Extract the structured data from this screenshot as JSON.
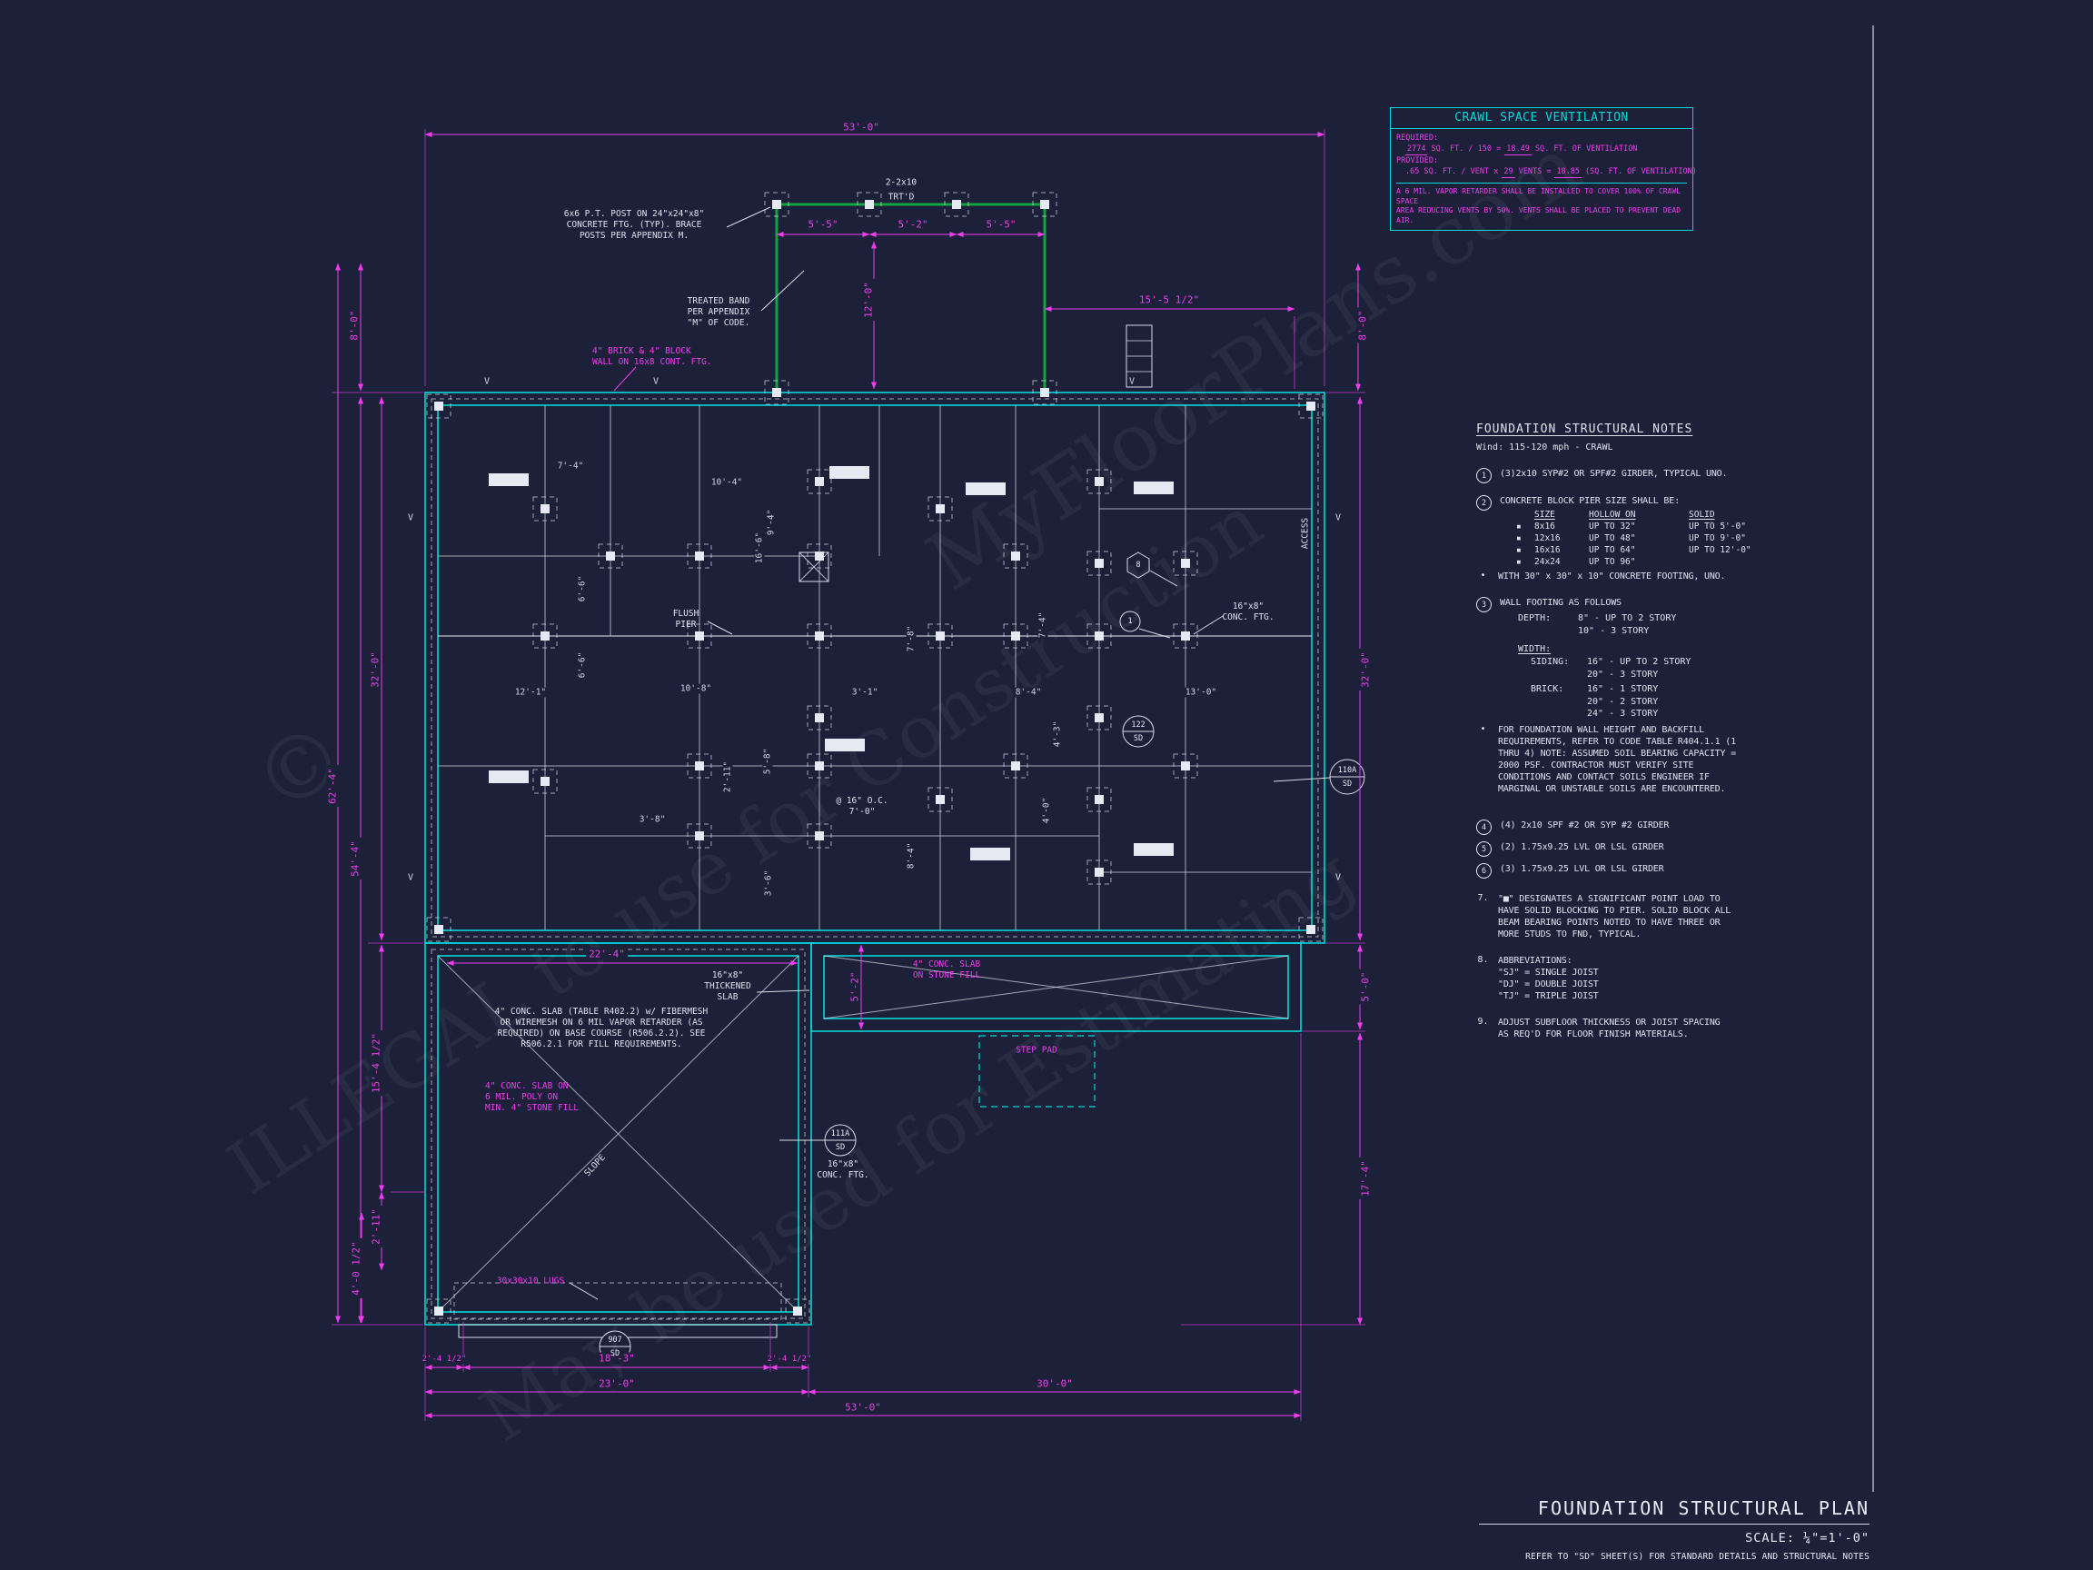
{
  "sheet": {
    "background": "#1c2038",
    "accent_cyan": "#00d9d9",
    "accent_magenta": "#ee3cee",
    "accent_green": "#12a43c",
    "line_white": "#d8dce8"
  },
  "watermark": {
    "line1": "MyFloorPlans.com",
    "line2": "ILLEGAL to use for Construction",
    "line3": "May be used for Estimating",
    "copyright": "©"
  },
  "vent_table": {
    "title": "CRAWL SPACE VENTILATION",
    "required_label": "REQUIRED:",
    "required_value": "2774",
    "required_formula": "SQ. FT. / 150 =",
    "required_result": "18.49",
    "required_unit": "SQ. FT. OF VENTILATION",
    "provided_label": "PROVIDED:",
    "provided_formula": ".65 SQ. FT. / VENT x",
    "provided_vents": "29",
    "provided_vents_label": "VENTS =",
    "provided_result": "18.85",
    "provided_unit": "(SQ. FT. OF VENTILATION)",
    "note": "A 6 MIL. VAPOR RETARDER SHALL BE INSTALLED TO COVER 100% OF CRAWL SPACE\nAREA REDUCING VENTS BY 50%. VENTS SHALL BE PLACED TO PREVENT DEAD AIR."
  },
  "notes": {
    "title": "FOUNDATION STRUCTURAL NOTES",
    "wind": "Wind: 115-120 mph - CRAWL",
    "bullet": "•",
    "row_marker": "▪",
    "n1_num": "1",
    "n1": "(3)2x10 SYP#2 OR SPF#2 GIRDER, TYPICAL UNO.",
    "n2_num": "2",
    "n2": "CONCRETE BLOCK PIER SIZE SHALL BE:",
    "pier_header": {
      "size": "SIZE",
      "hollow": "HOLLOW ON",
      "solid": "SOLID"
    },
    "pier_rows": [
      {
        "size": "8x16",
        "hollow": "UP TO 32\"",
        "solid": "UP TO 5'-0\""
      },
      {
        "size": "12x16",
        "hollow": "UP TO 48\"",
        "solid": "UP TO 9'-0\""
      },
      {
        "size": "16x16",
        "hollow": "UP TO 64\"",
        "solid": "UP TO 12'-0\""
      },
      {
        "size": "24x24",
        "hollow": "UP TO 96\"",
        "solid": ""
      }
    ],
    "pier_footnote": "WITH 30\" x 30\" x 10\" CONCRETE FOOTING, UNO.",
    "n3_num": "3",
    "n3": "WALL FOOTING AS FOLLOWS",
    "depth_label": "DEPTH:",
    "depth_values": "8\" - UP TO 2 STORY\n10\" - 3 STORY",
    "width_label": "WIDTH:",
    "siding_label": "SIDING:",
    "siding_values": "16\" - UP TO 2 STORY\n20\" - 3 STORY",
    "brick_label": "BRICK:",
    "brick_values": "16\" - 1 STORY\n20\" - 2 STORY\n24\" - 3 STORY",
    "soil_note": "FOR FOUNDATION WALL HEIGHT AND BACKFILL\nREQUIREMENTS, REFER TO CODE TABLE R404.1.1 (1\nTHRU 4) NOTE: ASSUMED SOIL BEARING CAPACITY =\n2000 PSF. CONTRACTOR MUST VERIFY SITE\nCONDITIONS AND CONTACT SOILS ENGINEER IF\nMARGINAL OR UNSTABLE SOILS ARE ENCOUNTERED.",
    "n4_num": "4",
    "n4": "(4) 2x10 SPF #2 OR SYP #2 GIRDER",
    "n5_num": "5",
    "n5": "(2) 1.75x9.25 LVL OR LSL GIRDER",
    "n6_num": "6",
    "n6": "(3) 1.75x9.25 LVL OR LSL GIRDER",
    "n7_num": "7.",
    "n7": "\"■\" DESIGNATES A SIGNIFICANT POINT LOAD TO\nHAVE SOLID BLOCKING TO  PIER. SOLID BLOCK ALL\nBEAM BEARING POINTS NOTED TO HAVE THREE OR\nMORE STUDS TO FND, TYPICAL.",
    "n8_num": "8.",
    "n8": "ABBREVIATIONS:\n\"SJ\" = SINGLE JOIST\n\"DJ\" = DOUBLE JOIST\n\"TJ\" = TRIPLE JOIST",
    "n9_num": "9.",
    "n9": "ADJUST SUBFLOOR THICKNESS OR JOIST SPACING\nAS REQ'D FOR FLOOR FINISH MATERIALS."
  },
  "title_block": {
    "title": "FOUNDATION STRUCTURAL PLAN",
    "scale": "SCALE: ¼\"=1'-0\"",
    "note": "REFER TO \"SD\" SHEET(S) FOR STANDARD DETAILS AND STRUCTURAL NOTES"
  },
  "plan": {
    "post_note": "6x6 P.T. POST ON 24\"x24\"x8\"\nCONCRETE FTG. (TYP). BRACE\nPOSTS PER APPENDIX M.",
    "treated_band_note": "TREATED BAND\nPER APPENDIX\n\"M\" OF CODE.",
    "brick_wall_note": "4\" BRICK & 4\" BLOCK\nWALL ON 16x8 CONT. FTG.",
    "beam_size": "2-2x10",
    "beam_treated": "TRT'D",
    "flush_pier": "FLUSH\nPIER",
    "conc_ftg": "16\"x8\"\nCONC. FTG.",
    "access": "ACCESS",
    "oc_note": "@ 16\" O.C.\n7'-0\"",
    "thickened_slab": "16\"x8\"\nTHICKENED\nSLAB",
    "slab_note": "4\" CONC. SLAB (TABLE R402.2) w/ FIBERMESH\nOR WIREMESH ON 6 MIL VAPOR RETARDER (AS\nREQUIRED) ON BASE COURSE (R506.2.2). SEE\nR506.2.1 FOR FILL REQUIREMENTS.",
    "slab_poly_note": "4\" CONC. SLAB ON\n6 MIL. POLY ON\nMIN. 4\" STONE FILL",
    "slab_stone_note": "4\" CONC. SLAB\nON STONE FILL",
    "step_pad": "STEP PAD",
    "slope": "SLOPE",
    "lugs": "30x30x10 LUGS",
    "vent_marker": "V",
    "callouts": {
      "c122": "122",
      "c110a": "110A",
      "c111a": "111A",
      "c907": "907",
      "sd": "SD",
      "hex": "8",
      "circ": "1"
    },
    "dims": {
      "d53": "53'-0\"",
      "d55": "5'-5\"",
      "d52p": "5'-2\"",
      "d120": "12'-0\"",
      "d1552": "15'-5 1/2\"",
      "d80": "8'-0\"",
      "d320": "32'-0\"",
      "d624": "62'-4\"",
      "d544": "54'-4\"",
      "d1542": "15'-4 1/2\"",
      "d211": "2'-11\"",
      "d402": "4'-0 1/2\"",
      "d2412": "2'-4 1/2\"",
      "d183": "18'-3\"",
      "d230": "23'-0\"",
      "d300": "30'-0\"",
      "d50": "5'-0\"",
      "d174": "17'-4\"",
      "d52s": "5'-2\"",
      "d224": "22'-4\"",
      "i74": "7'-4\"",
      "i104": "10'-4\"",
      "i94": "9'-4\"",
      "i166": "16'-6\"",
      "i66": "6'-6\"",
      "i121": "12'-1\"",
      "i108": "10'-8\"",
      "i31": "3'-1\"",
      "i78": "7'-8\"",
      "i84": "8'-4\"",
      "i130": "13'-0\"",
      "i43": "4'-3\"",
      "i40": "4'-0\"",
      "i211": "2'-11\"",
      "i58": "5'-8\"",
      "i38": "3'-8\"",
      "i36": "3'-6\""
    }
  }
}
